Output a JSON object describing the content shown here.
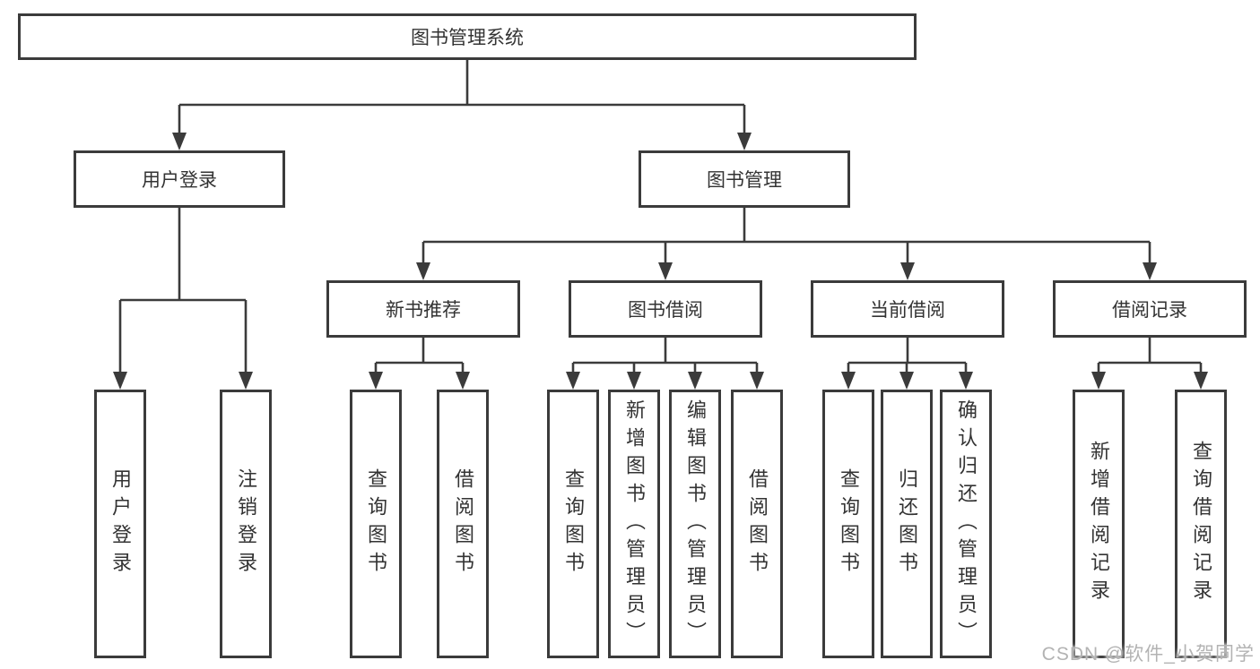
{
  "tree": {
    "label": "图书管理系统",
    "children": [
      {
        "label": "用户登录",
        "children": [
          {
            "label": "用户登录"
          },
          {
            "label": "注销登录"
          }
        ]
      },
      {
        "label": "图书管理",
        "children": [
          {
            "label": "新书推荐",
            "children": [
              {
                "label": "查询图书"
              },
              {
                "label": "借阅图书"
              }
            ]
          },
          {
            "label": "图书借阅",
            "children": [
              {
                "label": "查询图书"
              },
              {
                "label": "新增图书（管理员）"
              },
              {
                "label": "编辑图书（管理员）"
              },
              {
                "label": "借阅图书"
              }
            ]
          },
          {
            "label": "当前借阅",
            "children": [
              {
                "label": "查询图书"
              },
              {
                "label": "归还图书"
              },
              {
                "label": "确认归还（管理员）"
              }
            ]
          },
          {
            "label": "借阅记录",
            "children": [
              {
                "label": "新增借阅记录"
              },
              {
                "label": "查询借阅记录"
              }
            ]
          }
        ]
      }
    ]
  },
  "watermark": {
    "text": "CSDN @软件_小贺同学"
  },
  "colors": {
    "line": "#3b3b3b",
    "box_border": "#3b3b3b",
    "label_text": "#333333",
    "watermark_text": "#b3b3b3",
    "background": "#ffffff"
  }
}
